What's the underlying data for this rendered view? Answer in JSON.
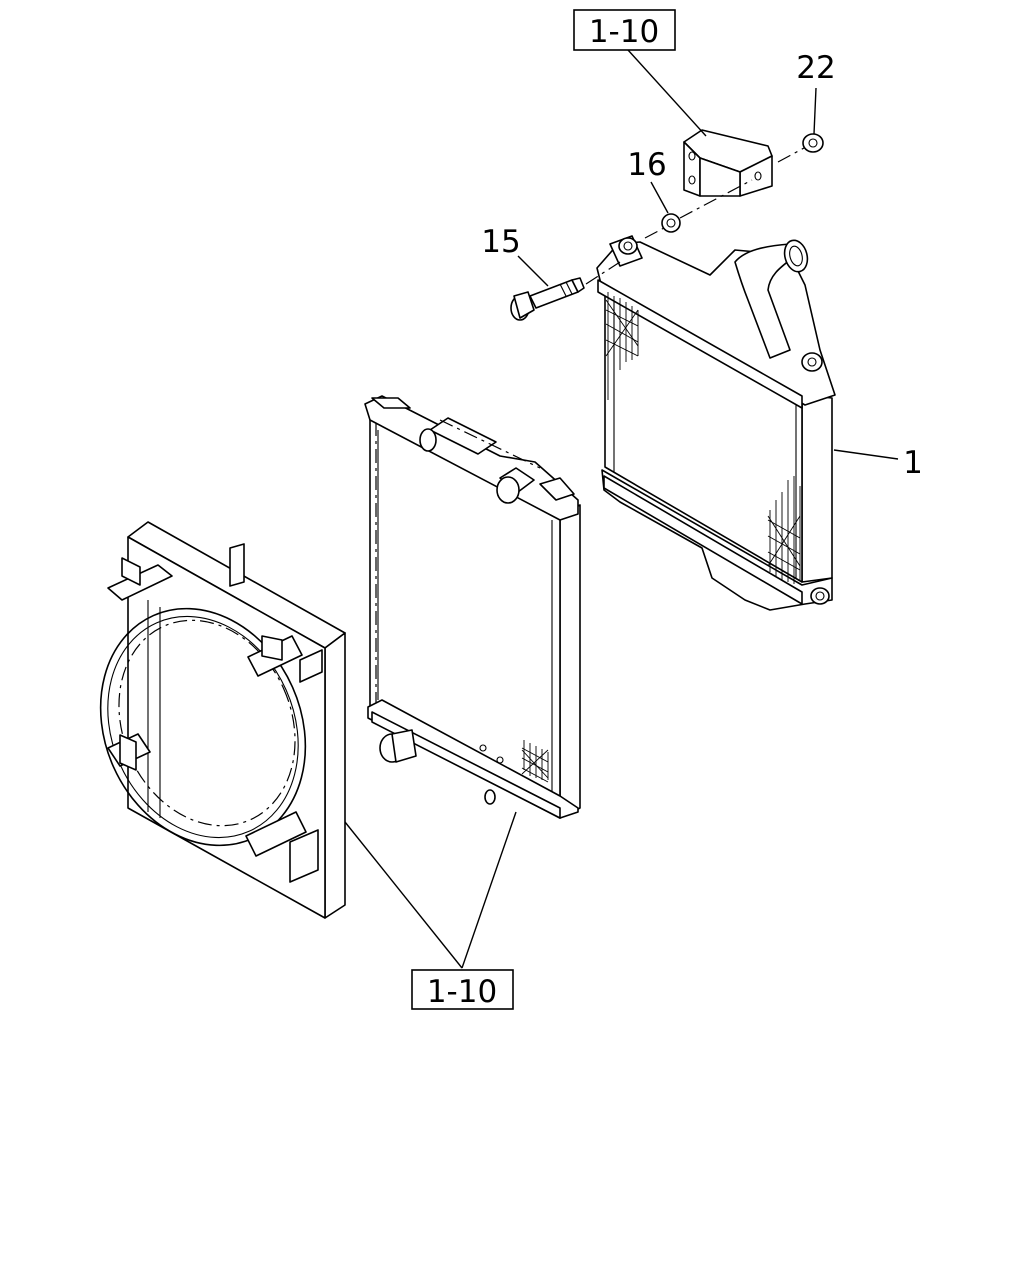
{
  "labels": {
    "ref_top": "1-10",
    "ref_bottom": "1-10",
    "part_22": "22",
    "part_16": "16",
    "part_15": "15",
    "part_1": "1"
  }
}
